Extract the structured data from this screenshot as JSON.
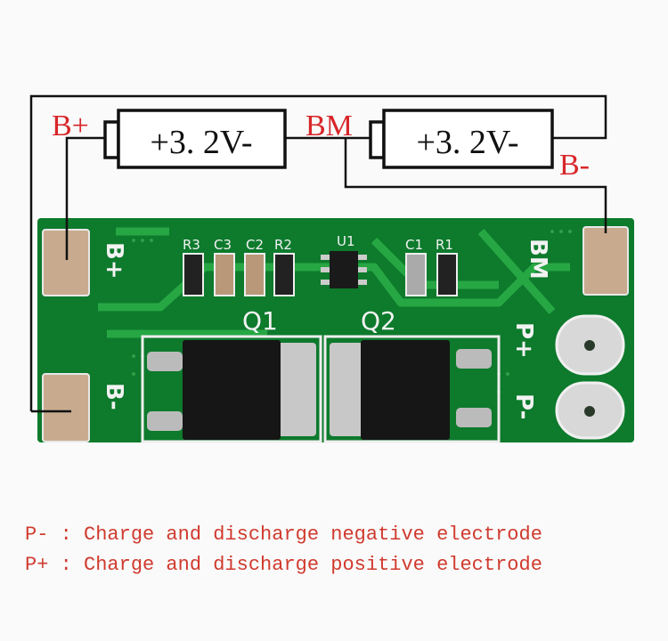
{
  "diagram": {
    "battery_1_label": "+3. 2V-",
    "battery_2_label": "+3. 2V-",
    "terminal_b_plus": "B+",
    "terminal_bm": "BM",
    "terminal_b_minus": "B-"
  },
  "board": {
    "pad_b_plus": "B+",
    "pad_b_minus": "B-",
    "pad_bm": "BM",
    "pad_p_plus": "P+",
    "pad_p_minus": "P-",
    "components": [
      "R3",
      "C3",
      "C2",
      "R2",
      "U1",
      "C1",
      "R1"
    ],
    "mosfet_1": "Q1",
    "mosfet_2": "Q2",
    "colors": {
      "board": "#0d7a2c",
      "trace": "#22a040",
      "silk": "#f2f2f2",
      "pad": "#c8ab8e"
    }
  },
  "legend": [
    {
      "term": "P-",
      "text": "P- : Charge and discharge negative electrode"
    },
    {
      "term": "P+",
      "text": "P+ : Charge and discharge positive electrode"
    }
  ],
  "colors": {
    "label_red": "#d8262a"
  }
}
